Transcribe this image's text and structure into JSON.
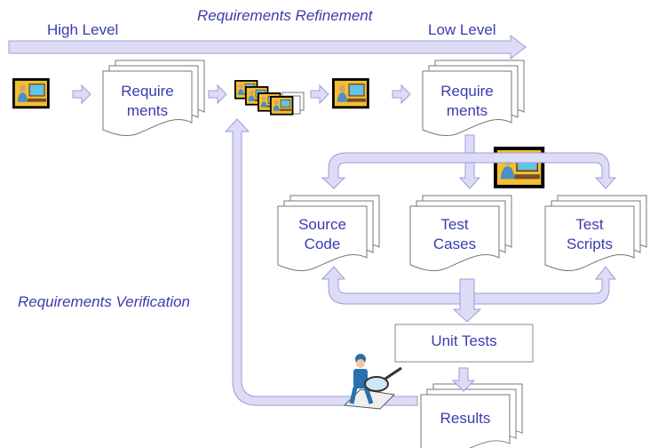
{
  "diagram": {
    "title_top": "Requirements Refinement",
    "label_high": "High Level",
    "label_low": "Low Level",
    "label_verification": "Requirements Verification",
    "docs": {
      "req_high": {
        "line1": "Require",
        "line2": "ments"
      },
      "req_low": {
        "line1": "Require",
        "line2": "ments"
      },
      "source_code": {
        "line1": "Source",
        "line2": "Code"
      },
      "test_cases": {
        "line1": "Test",
        "line2": "Cases"
      },
      "test_scripts": {
        "line1": "Test",
        "line2": "Scripts"
      },
      "results": {
        "line1": "Results",
        "line2": ""
      }
    },
    "unit_tests": "Unit Tests"
  },
  "colors": {
    "arrow_fill": "#dcdcf7",
    "arrow_stroke": "#9c9cd8",
    "text": "#3b3bb0"
  },
  "icons": [
    "computer-user-icon",
    "inspector-person-icon",
    "document-stack-icon"
  ]
}
